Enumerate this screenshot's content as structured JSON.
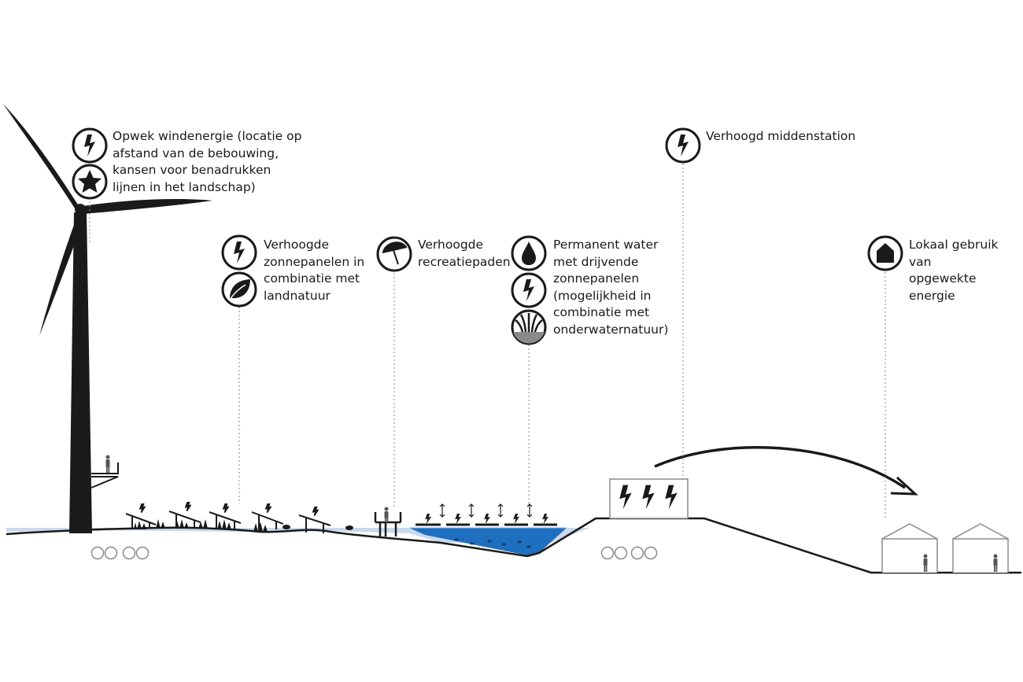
{
  "labels": {
    "wind": "Opwek windenergie (locatie op\nafstand van de bebouwing,\nkansen voor benadrukken\nlijnen in het landschap)",
    "solar": "Verhoogde\nzonnepanelen in\ncombinatie met\nlandnatuur",
    "recreation": "Verhoogde\nrecreatiepaden",
    "water": "Permanent water\nmet drijvende\nzonnepanelen\n(mogelijkheid in\ncombinatie met\nonderwaternatuur)",
    "substation": "Verhoogd middenstation",
    "local": "Lokaal gebruik van\nopgewekte energie"
  },
  "icons": {
    "wind": [
      "lightning-icon",
      "star-icon"
    ],
    "solar": [
      "lightning-icon",
      "leaf-icon"
    ],
    "recreation": [
      "umbrella-icon"
    ],
    "water": [
      "water-drop-icon",
      "lightning-icon",
      "water-plant-icon"
    ],
    "substation": [
      "lightning-icon"
    ],
    "local": [
      "house-icon"
    ]
  },
  "colors": {
    "ink": "#1a1a1a",
    "water_light": "#c9d9ee",
    "water_deep": "#1f6fc0",
    "leader": "#9a9a9a",
    "building": "#8a8a8a"
  }
}
